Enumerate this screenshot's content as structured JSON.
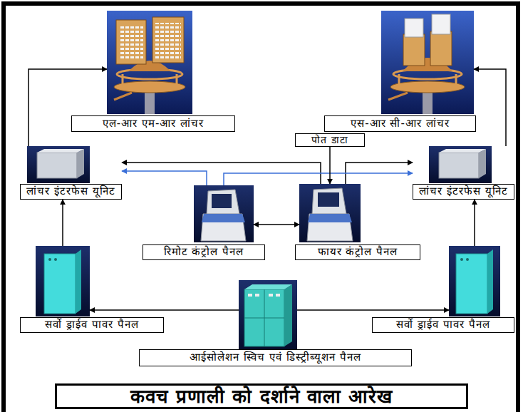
{
  "diagram": {
    "title": "कवच प्रणाली को दर्शाने वाला आरेख",
    "nodes": [
      {
        "text": [
          "एल-आर एम-आर लांचर"
        ]
      },
      {
        "text": [
          "एस-आर सी-आर लांचर"
        ]
      },
      {
        "text": [
          "पोत डाटा"
        ]
      },
      {
        "text": [
          "लांचर इंटरफेस यूनिट"
        ]
      },
      {
        "text": [
          "रिमोट कंट्रोल पैनल"
        ]
      },
      {
        "text": [
          "फायर कंट्रोल पैनल"
        ]
      },
      {
        "text": [
          "लांचर इंटरफेस यूनिट"
        ]
      },
      {
        "text": [
          "सर्वो ड्राईव पावर पैनल"
        ]
      },
      {
        "text": [
          "सर्वो ड्राईव पावर पैनल"
        ]
      },
      {
        "text": [
          "आईसोलेशन स्विच एवं डिस्ट्रीब्यूशन पैनल"
        ]
      }
    ],
    "edges": [
      {
        "from": 3,
        "to": 0,
        "arrow": "to"
      },
      {
        "from": 6,
        "to": 1,
        "arrow": "to"
      },
      {
        "from": 5,
        "to": 3,
        "arrow": "to"
      },
      {
        "from": 5,
        "to": 6,
        "arrow": "to"
      },
      {
        "from": 4,
        "to": 3,
        "arrow": "to"
      },
      {
        "from": 4,
        "to": 6,
        "arrow": "to"
      },
      {
        "from": 4,
        "to": 5,
        "arrow": "both"
      },
      {
        "from": 7,
        "to": 3,
        "arrow": "to"
      },
      {
        "from": 8,
        "to": 6,
        "arrow": "to"
      },
      {
        "from": 9,
        "to": 7,
        "arrow": "to"
      },
      {
        "from": 9,
        "to": 8,
        "arrow": "to"
      },
      {
        "from": 2,
        "to": 5,
        "arrow": "to"
      }
    ]
  }
}
